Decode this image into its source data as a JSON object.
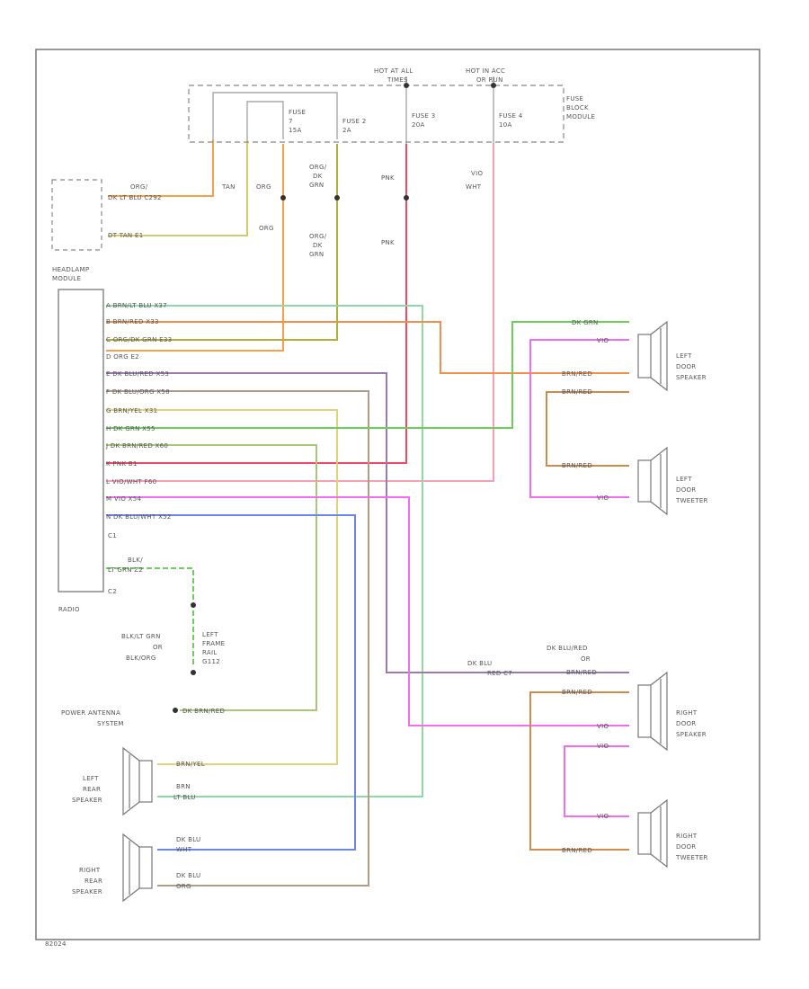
{
  "fuse_block": {
    "hot_all": "HOT AT ALL",
    "hot_all_2": "TIMES",
    "hot_acc": "HOT IN ACC",
    "hot_acc_2": "OR RUN",
    "title": "FUSE",
    "title_2": "BLOCK",
    "title_3": "MODULE",
    "fuses": [
      {
        "name": "FUSE",
        "rating": "7",
        "rating2": "15A"
      },
      {
        "name": "FUSE 2",
        "rating": "2A"
      },
      {
        "name": "FUSE 3",
        "rating": "20A"
      },
      {
        "name": "FUSE 4",
        "rating": "10A"
      }
    ]
  },
  "top_wires": {
    "tan": "TAN",
    "org1": "ORG",
    "org2": "ORG",
    "org_dk_grn_a": "ORG/",
    "org_dk_grn_b": "DK",
    "org_dk_grn_c": "GRN",
    "org_dk_grn2_a": "ORG/",
    "org_dk_grn2_b": "DK",
    "org_dk_grn2_c": "GRN",
    "pnk1": "PNK",
    "pnk2": "PNK",
    "vio_wht_a": "VIO",
    "vio_wht_b": "WHT"
  },
  "dimmer": {
    "line1a": "ORG/",
    "line1b": "DK LT BLU  C292",
    "line2": "DT  TAN  E1"
  },
  "radio": {
    "headlamp_1": "HEADLAMP",
    "headlamp_2": "MODULE",
    "c1": "C1",
    "c2": "C2",
    "title": "RADIO",
    "pins": [
      "A  BRN/LT BLU   X37",
      "B  BRN/RED   X33",
      "C  ORG/DK GRN   E33",
      "D  ORG  E2",
      "E  DK BLU/RED   X53",
      "F  DK BLU/ORG   X58",
      "G  BRN/YEL  X31",
      "H  DK GRN  X55",
      "J  DK BRN/RED  X60",
      "K  PNK  B1",
      "L  VIO/WHT  F60",
      "M  VIO  X54",
      "N  DK BLU/WHT   X52"
    ],
    "ground_wire_a": "BLK/",
    "ground_wire_b": "LT GRN  Z2"
  },
  "ground": {
    "wire_1": "BLK/LT GRN",
    "wire_2": "OR",
    "wire_3": "BLK/ORG",
    "loc_1": "LEFT",
    "loc_2": "FRAME",
    "loc_3": "RAIL",
    "loc_4": "G112"
  },
  "power_antenna": {
    "label_1": "POWER ANTENNA",
    "label_2": "SYSTEM",
    "wire": "DK BRN/RED"
  },
  "left_door_speaker": {
    "label_1": "LEFT",
    "label_2": "DOOR",
    "label_3": "SPEAKER",
    "w1": "DK GRN",
    "w2": "VIO",
    "w3": "BRN/RED",
    "w4": "BRN/RED"
  },
  "left_door_tweeter": {
    "label_1": "LEFT",
    "label_2": "DOOR",
    "label_3": "TWEETER",
    "w1": "BRN/RED",
    "w2": "VIO"
  },
  "right_door_speaker": {
    "label_1": "RIGHT",
    "label_2": "DOOR",
    "label_3": "SPEAKER",
    "w_top1": "DK BLU/RED",
    "w_top2": "OR",
    "w_top3": "BRN/RED",
    "w_a1": "DK BLU",
    "w_a2": "RED  C7",
    "w1": "BRN/RED",
    "w2": "VIO",
    "w3": "VIO"
  },
  "right_door_tweeter": {
    "label_1": "RIGHT",
    "label_2": "DOOR",
    "label_3": "TWEETER",
    "w1": "VIO",
    "w2": "BRN/RED"
  },
  "left_rear_speaker": {
    "label_1": "LEFT",
    "label_2": "REAR",
    "label_3": "SPEAKER",
    "w1": "BRN/YEL",
    "w2a": "BRN",
    "w2b": "LT BLU"
  },
  "right_rear_speaker": {
    "label_1": "RIGHT",
    "label_2": "REAR",
    "label_3": "SPEAKER",
    "w1a": "DK BLU",
    "w1b": "WHT",
    "w2a": "DK BLU",
    "w2b": "ORG"
  },
  "footer": "82024",
  "colors": {
    "orange": "#f5a04a",
    "tan": "#d9c96a",
    "olive": "#b4ad3c",
    "green": "#6ccf5a",
    "ltgreen": "#8fd8a8",
    "brnred": "#d08a4a",
    "red": "#ef4a62",
    "pink": "#f7a0b4",
    "magenta": "#f06cf0",
    "violet": "#9a7ab0",
    "blue": "#6a86e8",
    "brown": "#b09a88"
  }
}
